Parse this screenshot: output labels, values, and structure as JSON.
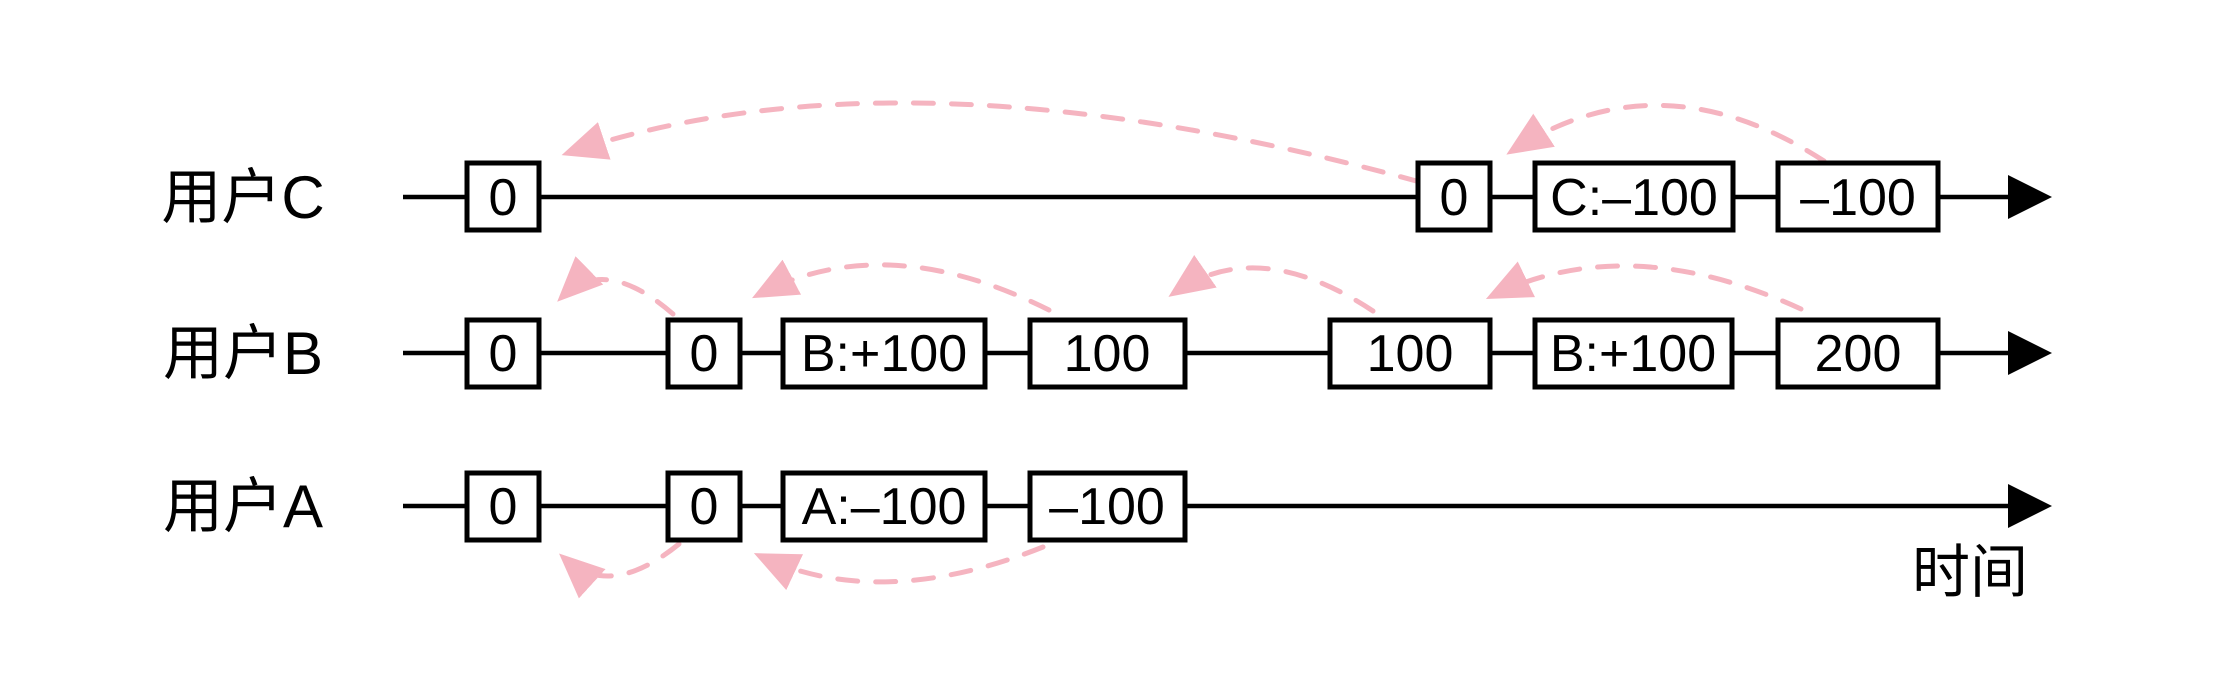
{
  "diagram": {
    "title_semantics": "distributed-ledger-timelines",
    "time_label": "时间",
    "colors": {
      "causal": "#f5b4c0",
      "ink": "#000000",
      "background": "#ffffff"
    },
    "lanes": [
      {
        "label": "用户C",
        "boxes": [
          "0",
          "0",
          "C:–100",
          "–100"
        ]
      },
      {
        "label": "用户B",
        "boxes": [
          "0",
          "0",
          "B:+100",
          "100",
          "100",
          "B:+100",
          "200"
        ]
      },
      {
        "label": "用户A",
        "boxes": [
          "0",
          "0",
          "A:–100",
          "–100"
        ]
      }
    ],
    "causal_links": [
      {
        "lane_index": 0,
        "from_box": 1,
        "to_box": 0,
        "side": "above",
        "style": "dashed"
      },
      {
        "lane_index": 0,
        "from_box": 3,
        "to_box": 1,
        "side": "above",
        "style": "dashed"
      },
      {
        "lane_index": 1,
        "from_box": 1,
        "to_box": 0,
        "side": "above",
        "style": "dashed"
      },
      {
        "lane_index": 1,
        "from_box": 3,
        "to_box": 1,
        "side": "above",
        "style": "dashed"
      },
      {
        "lane_index": 1,
        "from_box": 4,
        "to_box": 3,
        "side": "above",
        "style": "dashed"
      },
      {
        "lane_index": 1,
        "from_box": 6,
        "to_box": 4,
        "side": "above",
        "style": "dashed"
      },
      {
        "lane_index": 2,
        "from_box": 1,
        "to_box": 0,
        "side": "below",
        "style": "dashed"
      },
      {
        "lane_index": 2,
        "from_box": 3,
        "to_box": 1,
        "side": "below",
        "style": "dashed"
      }
    ]
  }
}
